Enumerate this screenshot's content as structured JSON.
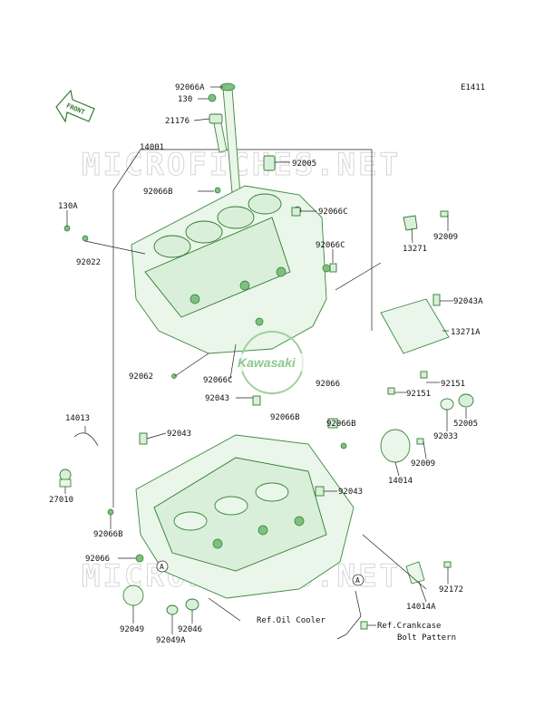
{
  "diagram_code": "E1411",
  "front_label": "FRONT",
  "watermark": "MICROFICHES.NET",
  "logo_text": "Kawasaki",
  "circle_marker": "A",
  "colors": {
    "line_art": "#3a8a3a",
    "fill": "#eaf6ea",
    "label": "#111111"
  },
  "labels": [
    {
      "id": "l1",
      "text": "92066A"
    },
    {
      "id": "l2",
      "text": "130"
    },
    {
      "id": "l3",
      "text": "21176"
    },
    {
      "id": "l4",
      "text": "14001"
    },
    {
      "id": "l5",
      "text": "92005"
    },
    {
      "id": "l6",
      "text": "92066B"
    },
    {
      "id": "l7",
      "text": "92066C"
    },
    {
      "id": "l8",
      "text": "130A"
    },
    {
      "id": "l9",
      "text": "92009"
    },
    {
      "id": "l10",
      "text": "13271"
    },
    {
      "id": "l11",
      "text": "92022"
    },
    {
      "id": "l12",
      "text": "92066C"
    },
    {
      "id": "l13",
      "text": "92043A"
    },
    {
      "id": "l14",
      "text": "13271A"
    },
    {
      "id": "l15",
      "text": "92062"
    },
    {
      "id": "l16",
      "text": "92066C"
    },
    {
      "id": "l17",
      "text": "92066"
    },
    {
      "id": "l18",
      "text": "92151"
    },
    {
      "id": "l19",
      "text": "92151"
    },
    {
      "id": "l20",
      "text": "92043"
    },
    {
      "id": "l21",
      "text": "52005"
    },
    {
      "id": "l22",
      "text": "14013"
    },
    {
      "id": "l23",
      "text": "92066B"
    },
    {
      "id": "l24",
      "text": "92066B"
    },
    {
      "id": "l25",
      "text": "92033"
    },
    {
      "id": "l26",
      "text": "92043"
    },
    {
      "id": "l27",
      "text": "92009"
    },
    {
      "id": "l28",
      "text": "14014"
    },
    {
      "id": "l29",
      "text": "27010"
    },
    {
      "id": "l30",
      "text": "92043"
    },
    {
      "id": "l31",
      "text": "92066B"
    },
    {
      "id": "l32",
      "text": "92066"
    },
    {
      "id": "l33",
      "text": "92172"
    },
    {
      "id": "l34",
      "text": "14014A"
    },
    {
      "id": "l35",
      "text": "Ref.Oil Cooler"
    },
    {
      "id": "l36",
      "text": "92049"
    },
    {
      "id": "l37",
      "text": "92046"
    },
    {
      "id": "l38",
      "text": "Ref.Crankcase"
    },
    {
      "id": "l39",
      "text": "Bolt Pattern"
    },
    {
      "id": "l40",
      "text": "92049A"
    }
  ]
}
